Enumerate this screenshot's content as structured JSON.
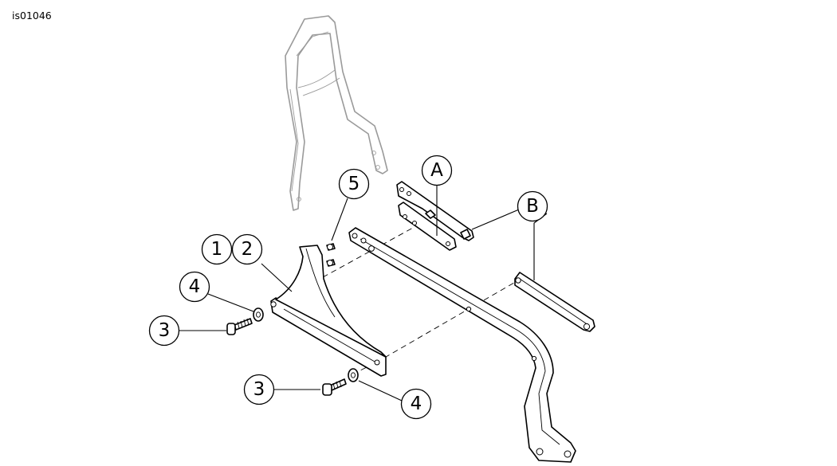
{
  "figure_id": "is01046",
  "callouts": {
    "c1": "1",
    "c2": "2",
    "c3a": "3",
    "c3b": "3",
    "c4a": "4",
    "c4b": "4",
    "c5": "5",
    "cA": "A",
    "cB": "B"
  }
}
